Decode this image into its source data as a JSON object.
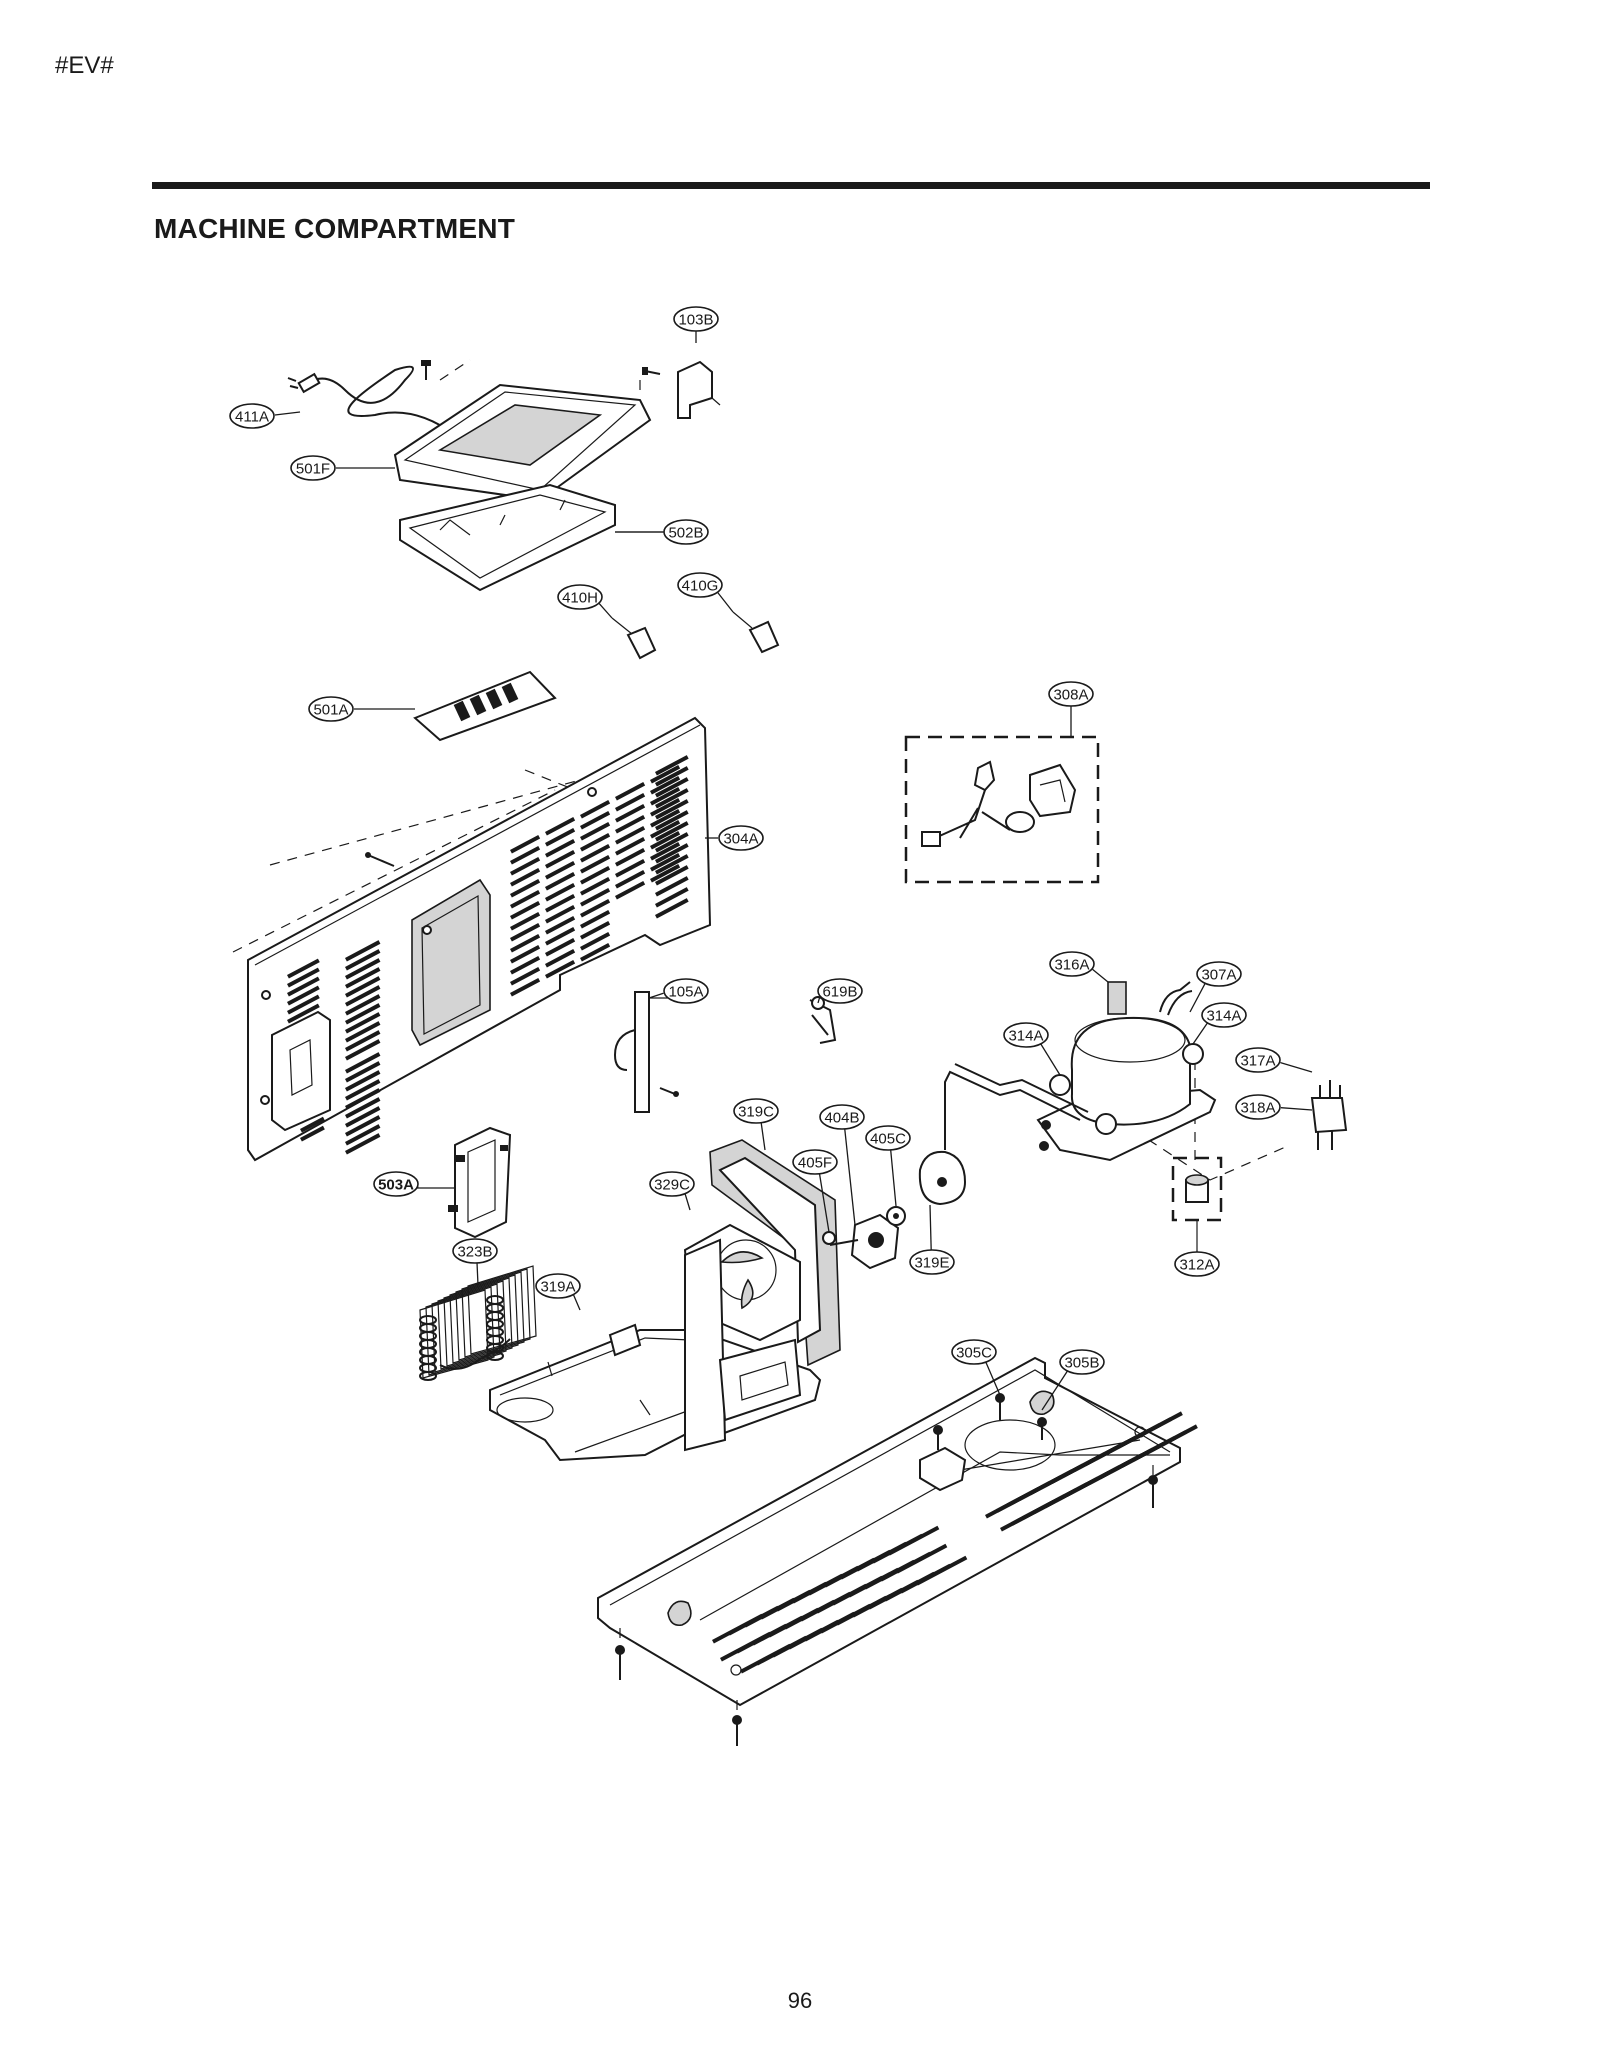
{
  "header": {
    "marker": "#EV#"
  },
  "section": {
    "title": "MACHINE COMPARTMENT"
  },
  "footer": {
    "page_number": "96"
  },
  "callouts": [
    {
      "id": "103B"
    },
    {
      "id": "411A"
    },
    {
      "id": "501F"
    },
    {
      "id": "502B"
    },
    {
      "id": "410H"
    },
    {
      "id": "410G"
    },
    {
      "id": "501A"
    },
    {
      "id": "308A"
    },
    {
      "id": "304A"
    },
    {
      "id": "105A"
    },
    {
      "id": "619B"
    },
    {
      "id": "316A"
    },
    {
      "id": "307A"
    },
    {
      "id": "314A"
    },
    {
      "id": "314A"
    },
    {
      "id": "317A"
    },
    {
      "id": "318A"
    },
    {
      "id": "319C"
    },
    {
      "id": "404B"
    },
    {
      "id": "405C"
    },
    {
      "id": "405F"
    },
    {
      "id": "329C"
    },
    {
      "id": "503A",
      "bold": true
    },
    {
      "id": "323B"
    },
    {
      "id": "319A"
    },
    {
      "id": "319E"
    },
    {
      "id": "312A"
    },
    {
      "id": "305C"
    },
    {
      "id": "305B"
    }
  ]
}
